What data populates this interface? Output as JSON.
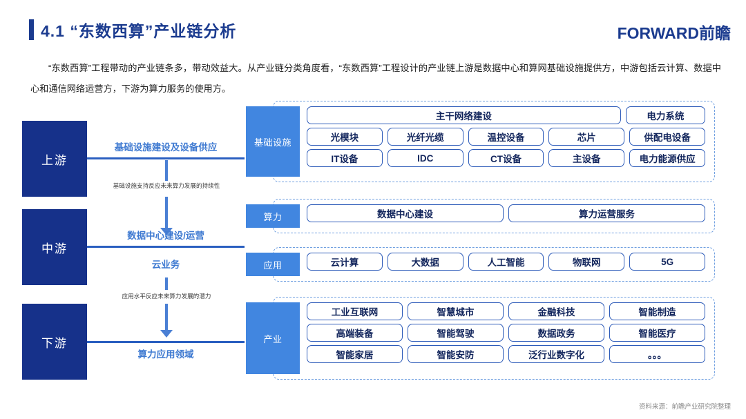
{
  "header": {
    "title": "4.1  “东数西算”产业链分析",
    "brand": "FORWARD前瞻"
  },
  "intro": "“东数西算”工程带动的产业链条多，带动效益大。从产业链分类角度看，“东数西算”工程设计的产业链上游是数据中心和算网基础设施提供方，中游包括云计算、数据中心和通信网络运营方，下游为算力服务的使用方。",
  "stages": [
    {
      "key": "upstream",
      "label": "上游"
    },
    {
      "key": "midstream",
      "label": "中游"
    },
    {
      "key": "downstream",
      "label": "下游"
    }
  ],
  "flow_labels": {
    "upstream_caption": "基础设施建设及设备供应",
    "midstream_caption": "数据中心建设/运营",
    "midstream_caption2": "云业务",
    "downstream_caption": "算力应用领域",
    "note_1": "基础设施支持反应未来算力发展的持续性",
    "note_2": "应用水平反应未来算力发展的潜力"
  },
  "categories": [
    {
      "key": "infrastructure",
      "label": "基础设施",
      "rows": [
        [
          "主干网络建设",
          "电力系统"
        ],
        [
          "光模块",
          "光纤光缆",
          "温控设备",
          "芯片",
          "供配电设备"
        ],
        [
          "IT设备",
          "IDC",
          "CT设备",
          "主设备",
          "电力能源供应"
        ]
      ]
    },
    {
      "key": "computing-power",
      "label": "算力",
      "rows": [
        [
          "数据中心建设",
          "算力运营服务"
        ]
      ]
    },
    {
      "key": "application",
      "label": "应用",
      "rows": [
        [
          "云计算",
          "大数据",
          "人工智能",
          "物联网",
          "5G"
        ]
      ]
    },
    {
      "key": "industry",
      "label": "产业",
      "rows": [
        [
          "工业互联网",
          "智慧城市",
          "金融科技",
          "智能制造"
        ],
        [
          "高端装备",
          "智能驾驶",
          "数据政务",
          "智能医疗"
        ],
        [
          "智能家居",
          "智能安防",
          "泛行业数字化",
          "。。。"
        ]
      ]
    }
  ],
  "footer": {
    "source": "资料来源：前瞻产业研究院整理"
  },
  "colors": {
    "navy": "#16318a",
    "title_navy": "#1b3b8f",
    "category_blue": "#4186e0",
    "chip_border": "#2d5bb9",
    "dashed_border": "#6f9fe0",
    "caption_blue": "#3f7ad1"
  }
}
